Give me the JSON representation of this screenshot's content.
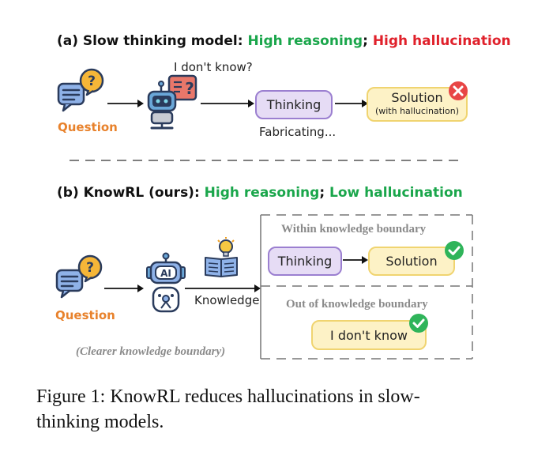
{
  "panel_a": {
    "prefix": "(a) Slow thinking model:",
    "high_reasoning": "High reasoning",
    "separator": ";",
    "high_hallucination": "High hallucination",
    "question_label": "Question",
    "idk_bubble": "I don't know?",
    "thinking": "Thinking",
    "fabricating": "Fabricating...",
    "solution": "Solution",
    "solution_sub": "(with hallucination)"
  },
  "panel_b": {
    "prefix": "(b) KnowRL (ours):",
    "high_reasoning": "High reasoning",
    "separator": ";",
    "low_hallucination": "Low hallucination",
    "question_label": "Question",
    "robot_badge": "AI",
    "knowledge": "Knowledge",
    "clearer_boundary": "(Clearer knowledge boundary)",
    "within_boundary": "Within knowledge boundary",
    "thinking": "Thinking",
    "solution": "Solution",
    "out_boundary": "Out of knowledge boundary",
    "idk": "I don't know"
  },
  "caption": {
    "line1": "Figure 1:  KnowRL reduces hallucinations in slow-",
    "line2": "thinking models."
  },
  "colors": {
    "green": "#1aa64b",
    "red": "#e0212b",
    "orange": "#e8822c",
    "purple_fill": "#e6dcf5",
    "yellow_fill": "#fdf2c6"
  },
  "icons": [
    "question-chat-icon",
    "robot-icon",
    "cross-icon",
    "check-icon",
    "book-bulb-icon"
  ]
}
